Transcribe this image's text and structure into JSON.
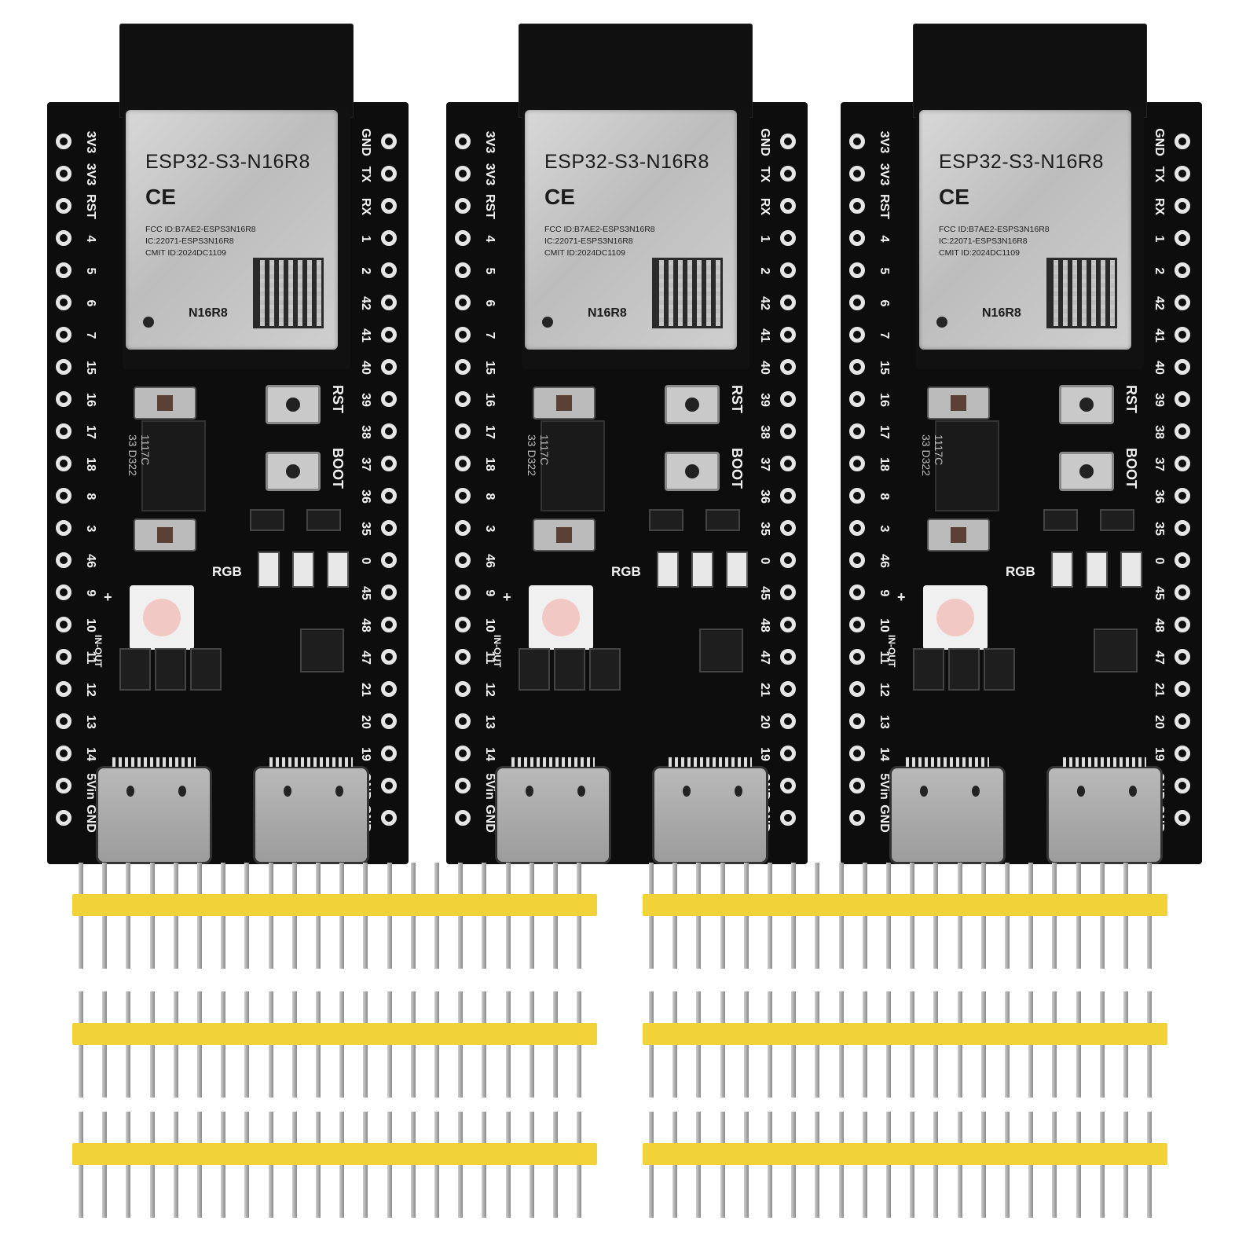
{
  "boards": [
    {
      "left_pins": [
        "3V3",
        "3V3",
        "RST",
        "4",
        "5",
        "6",
        "7",
        "15",
        "16",
        "17",
        "18",
        "8",
        "3",
        "46",
        "9",
        "10",
        "11",
        "12",
        "13",
        "14",
        "5Vin",
        "GND"
      ],
      "right_pins": [
        "GND",
        "TX",
        "RX",
        "1",
        "2",
        "42",
        "41",
        "40",
        "39",
        "38",
        "37",
        "36",
        "35",
        "0",
        "45",
        "48",
        "47",
        "21",
        "20",
        "19",
        "GND",
        "GND"
      ],
      "module_title": "ESP32-S3-N16R8",
      "ce_mark": "CE",
      "fcc_text": "FCC ID:B7AE2-ESPS3N16R8\nIC:22071-ESPS3N16R8\nCMIT ID:2024DC1109",
      "module_code": "N16R8",
      "reg_text": "1117C\n33 D322",
      "rst_label": "RST",
      "boot_label": "BOOT",
      "rgb_label": "RGB",
      "plus_label": "+",
      "inout_label": "IN-OUT"
    },
    {
      "left_pins": [
        "3V3",
        "3V3",
        "RST",
        "4",
        "5",
        "6",
        "7",
        "15",
        "16",
        "17",
        "18",
        "8",
        "3",
        "46",
        "9",
        "10",
        "11",
        "12",
        "13",
        "14",
        "5Vin",
        "GND"
      ],
      "right_pins": [
        "GND",
        "TX",
        "RX",
        "1",
        "2",
        "42",
        "41",
        "40",
        "39",
        "38",
        "37",
        "36",
        "35",
        "0",
        "45",
        "48",
        "47",
        "21",
        "20",
        "19",
        "GND",
        "GND"
      ],
      "module_title": "ESP32-S3-N16R8",
      "ce_mark": "CE",
      "fcc_text": "FCC ID:B7AE2-ESPS3N16R8\nIC:22071-ESPS3N16R8\nCMIT ID:2024DC1109",
      "module_code": "N16R8",
      "reg_text": "1117C\n33 D322",
      "rst_label": "RST",
      "boot_label": "BOOT",
      "rgb_label": "RGB",
      "plus_label": "+",
      "inout_label": "IN-OUT"
    },
    {
      "left_pins": [
        "3V3",
        "3V3",
        "RST",
        "4",
        "5",
        "6",
        "7",
        "15",
        "16",
        "17",
        "18",
        "8",
        "3",
        "46",
        "9",
        "10",
        "11",
        "12",
        "13",
        "14",
        "5Vin",
        "GND"
      ],
      "right_pins": [
        "GND",
        "TX",
        "RX",
        "1",
        "2",
        "42",
        "41",
        "40",
        "39",
        "38",
        "37",
        "36",
        "35",
        "0",
        "45",
        "48",
        "47",
        "21",
        "20",
        "19",
        "GND",
        "GND"
      ],
      "module_title": "ESP32-S3-N16R8",
      "ce_mark": "CE",
      "fcc_text": "FCC ID:B7AE2-ESPS3N16R8\nIC:22071-ESPS3N16R8\nCMIT ID:2024DC1109",
      "module_code": "N16R8",
      "reg_text": "1117C\n33 D322",
      "rst_label": "RST",
      "boot_label": "BOOT",
      "rgb_label": "RGB",
      "plus_label": "+",
      "inout_label": "IN-OUT"
    }
  ],
  "pin_headers": {
    "count": 6,
    "pins_per_header": 22
  },
  "colors": {
    "pcb": "#0d0d0d",
    "header_plastic": "#f1d339",
    "shield": "#c8c8c8",
    "background": "#ffffff"
  }
}
